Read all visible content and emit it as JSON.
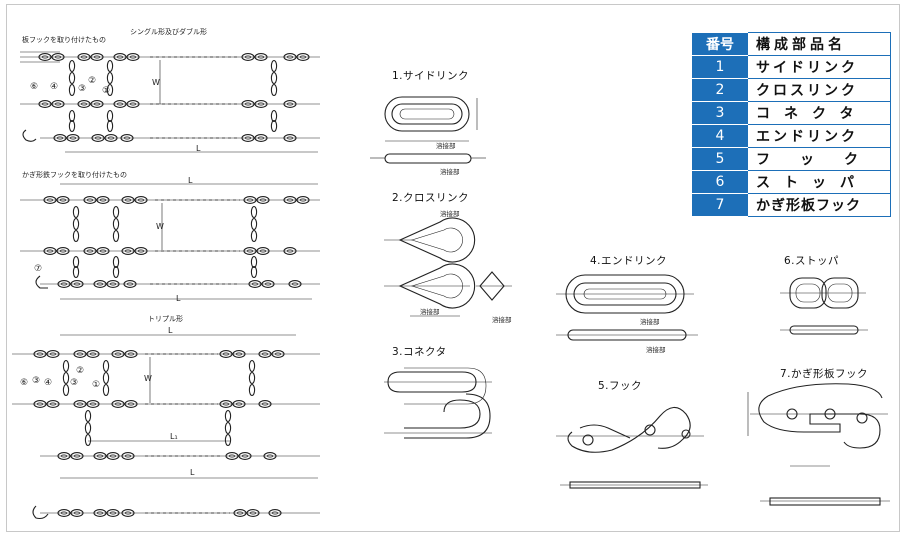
{
  "left_labels": {
    "top_title": "シングル形及びダブル形",
    "top_sub": "板フックを取り付けたもの",
    "mid_sub": "かぎ形鉄フックを取り付けたもの",
    "bottom_sub": "トリプル形",
    "dim_L": "L",
    "dim_W": "W",
    "dim_L1": "L₁"
  },
  "part_captions": {
    "side_link": "1.サイドリンク",
    "cross_link": "2.クロスリンク",
    "connector": "3.コネクタ",
    "end_link": "4.エンドリンク",
    "hook": "5.フック",
    "stopper": "6.ストッパ",
    "hook_plate": "7.かぎ形板フック"
  },
  "weld_labels": {
    "weld": "溶接部",
    "weld2": "溶接部"
  },
  "parts_table": {
    "header_num": "番号",
    "header_name": "構成部品名",
    "rows": [
      {
        "num": "1",
        "name": "サイドリンク"
      },
      {
        "num": "2",
        "name": "クロスリンク"
      },
      {
        "num": "3",
        "name": "コネクタ"
      },
      {
        "num": "4",
        "name": "エンドリンク"
      },
      {
        "num": "5",
        "name": "フック"
      },
      {
        "num": "6",
        "name": "ストッパ"
      },
      {
        "num": "7",
        "name": "かぎ形板フック"
      }
    ]
  },
  "callouts": [
    "①",
    "②",
    "③",
    "④",
    "⑥",
    "⑦"
  ],
  "colors": {
    "table_blue": "#1d6fb8",
    "line": "#222222"
  }
}
